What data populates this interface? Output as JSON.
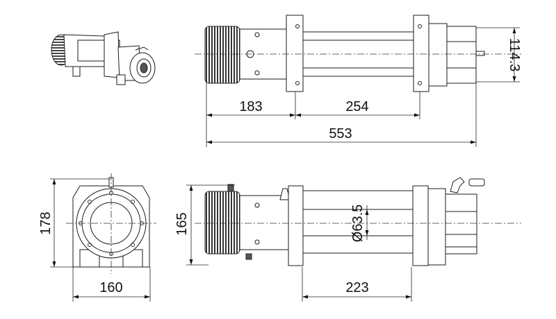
{
  "dimensions": {
    "top_motor_length": "183",
    "top_drum_length": "254",
    "overall_length": "553",
    "top_height": "114.3",
    "front_height": "178",
    "side_height": "165",
    "front_width": "160",
    "side_drum_length": "223",
    "drum_diameter": "Ø63.5"
  }
}
